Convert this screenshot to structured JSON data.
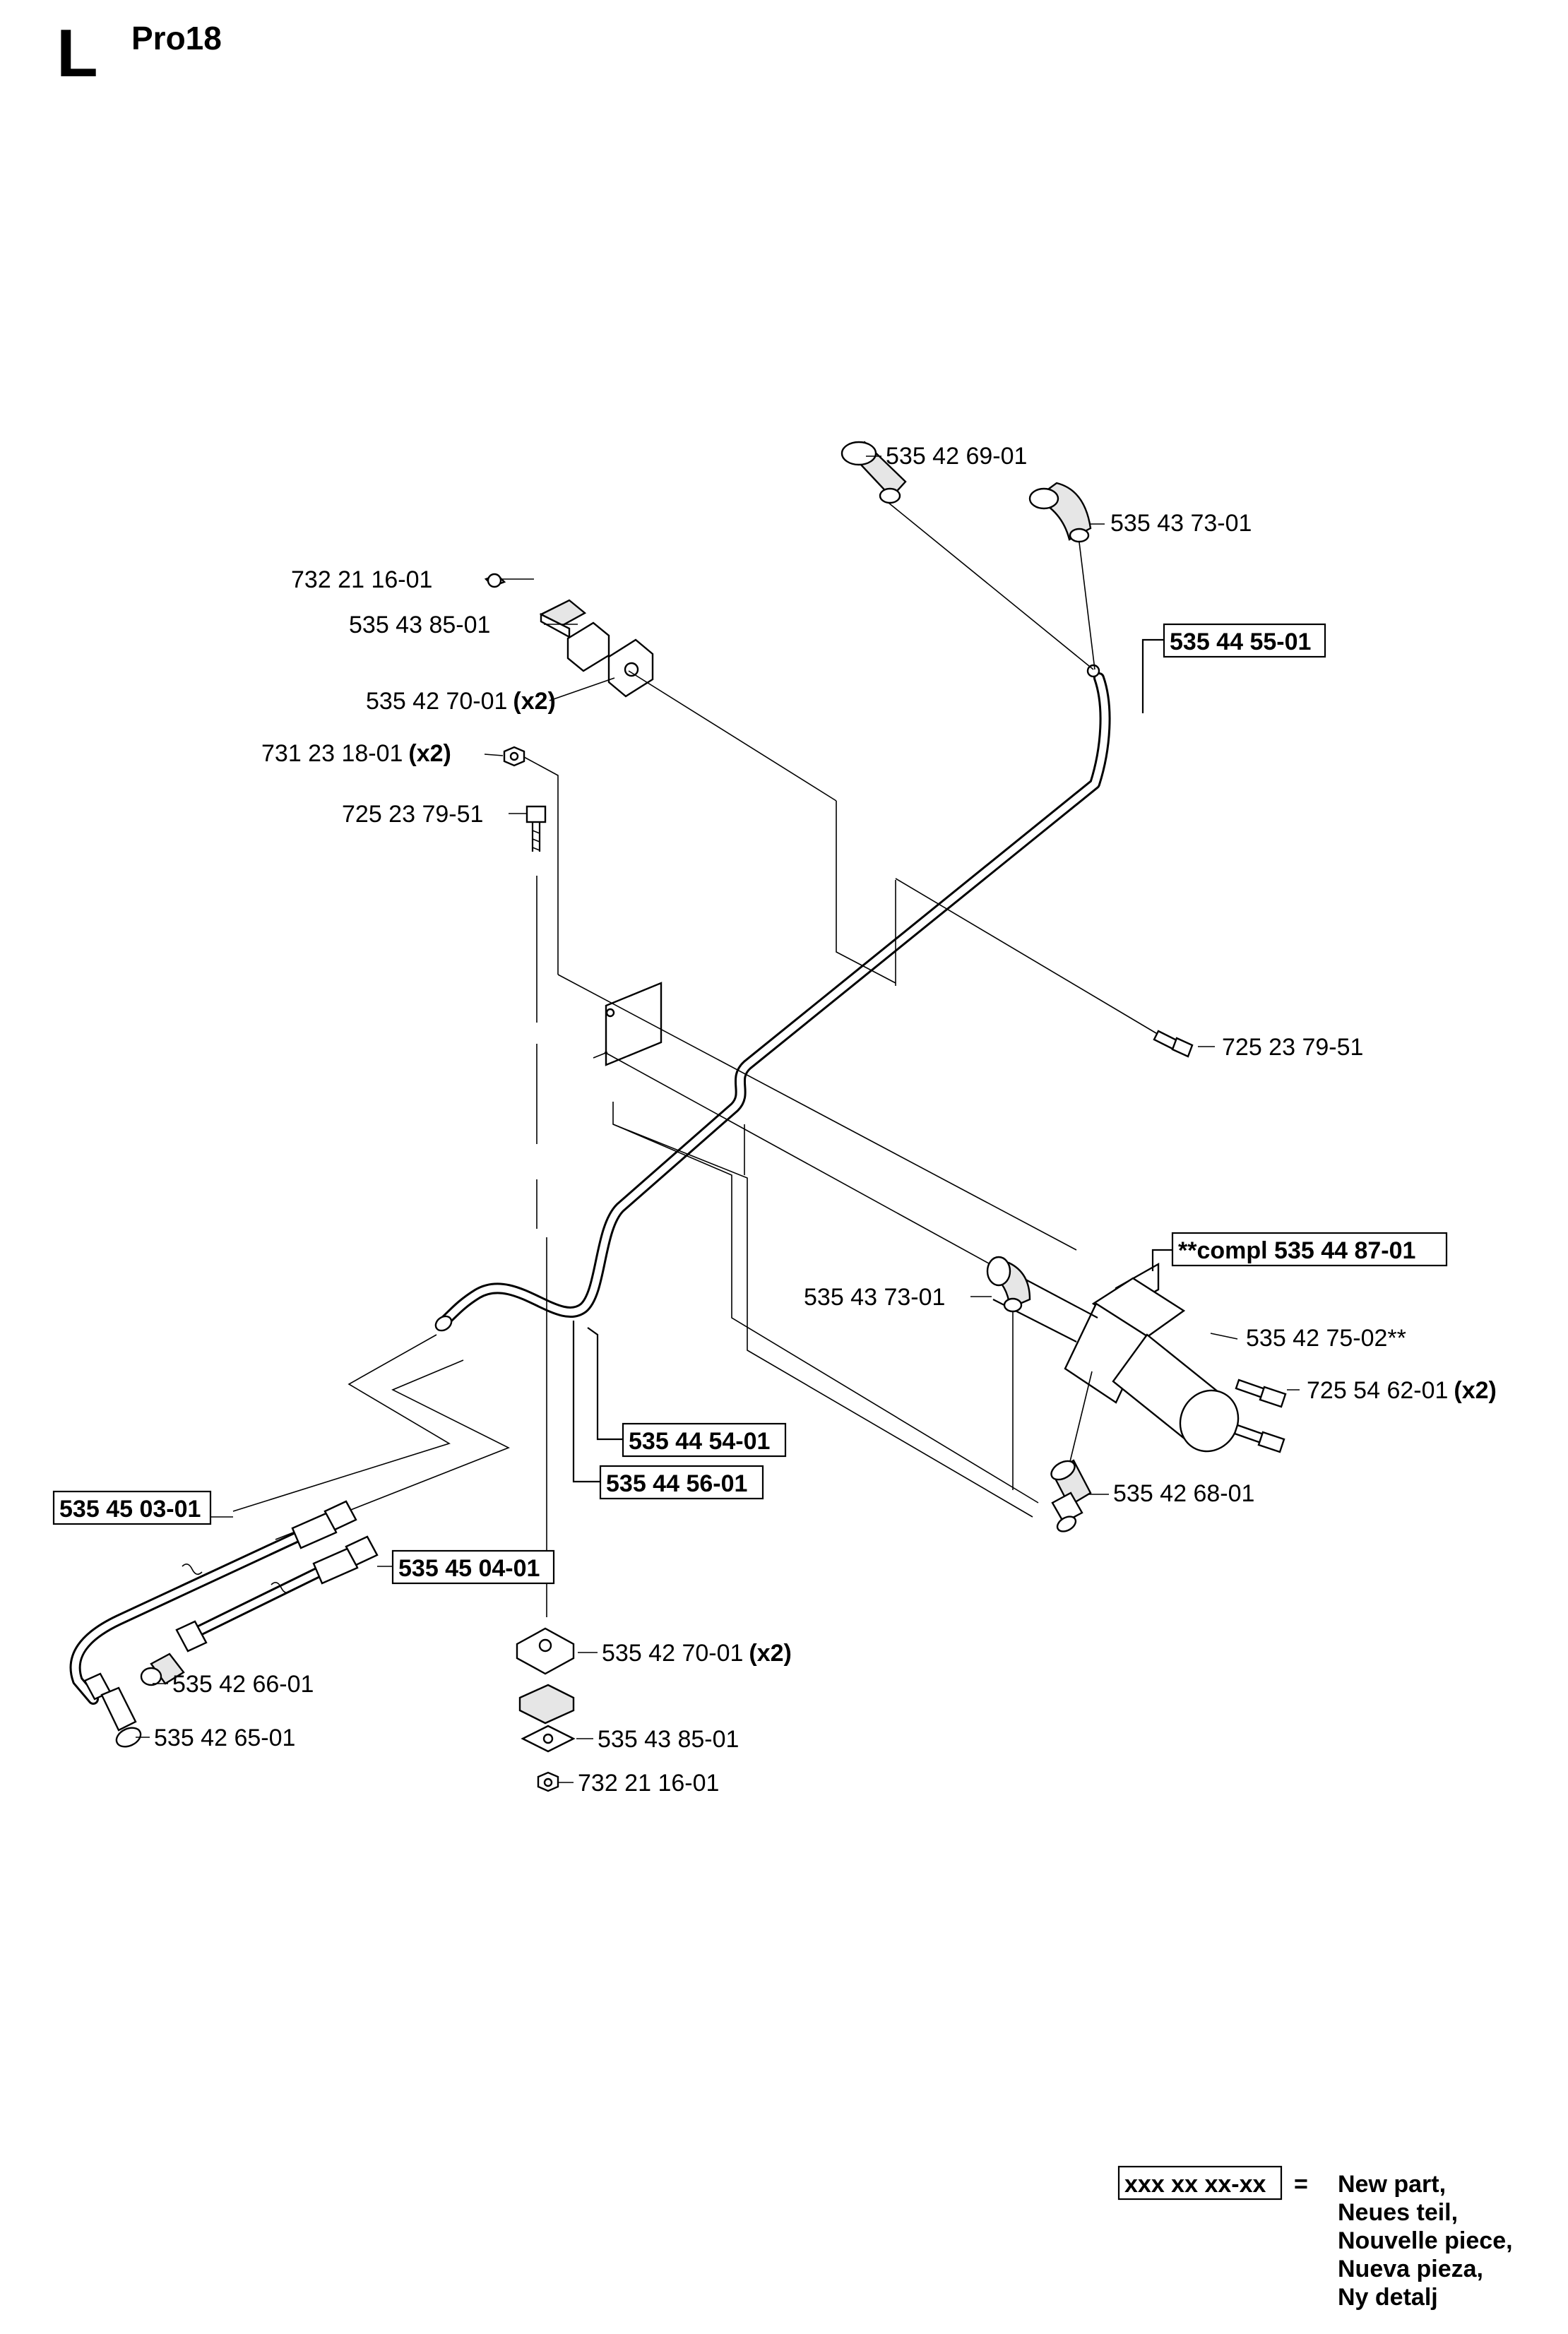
{
  "header": {
    "section_letter": "L",
    "model": "Pro18"
  },
  "labels": {
    "l1": {
      "text": "535 42 69-01",
      "qty": ""
    },
    "l2": {
      "text": "535 43 73-01",
      "qty": ""
    },
    "l3": {
      "text": "732 21 16-01",
      "qty": ""
    },
    "l4": {
      "text": "535 43 85-01",
      "qty": ""
    },
    "l5": {
      "text": "535 44 55-01",
      "qty": ""
    },
    "l6": {
      "text": "535 42 70-01",
      "qty": "(x2)"
    },
    "l7": {
      "text": "731 23 18-01",
      "qty": "(x2)"
    },
    "l8": {
      "text": "725 23 79-51",
      "qty": ""
    },
    "l9": {
      "text": "725 23 79-51",
      "qty": ""
    },
    "l10": {
      "text": "**compl 535 44 87-01",
      "qty": ""
    },
    "l11": {
      "text": "535 43 73-01",
      "qty": ""
    },
    "l12": {
      "text": "535 42 75-02**",
      "qty": ""
    },
    "l13": {
      "text": "725 54 62-01",
      "qty": "(x2)"
    },
    "l14": {
      "text": "535 44 54-01",
      "qty": ""
    },
    "l15": {
      "text": "535 44 56-01",
      "qty": ""
    },
    "l16": {
      "text": "535 42 68-01",
      "qty": ""
    },
    "l17": {
      "text": "535 45 03-01",
      "qty": ""
    },
    "l18": {
      "text": "535 45 04-01",
      "qty": ""
    },
    "l19": {
      "text": "535 42 70-01",
      "qty": "(x2)"
    },
    "l20": {
      "text": "535 42 66-01",
      "qty": ""
    },
    "l21": {
      "text": "535 43 85-01",
      "qty": ""
    },
    "l22": {
      "text": "535 42 65-01",
      "qty": ""
    },
    "l23": {
      "text": "732 21 16-01",
      "qty": ""
    }
  },
  "legend": {
    "sample": "xxx xx xx-xx",
    "equals": "=",
    "lines": [
      "New part,",
      "Neues teil,",
      "Nouvelle piece,",
      "Nueva pieza,",
      "Ny detalj"
    ]
  }
}
